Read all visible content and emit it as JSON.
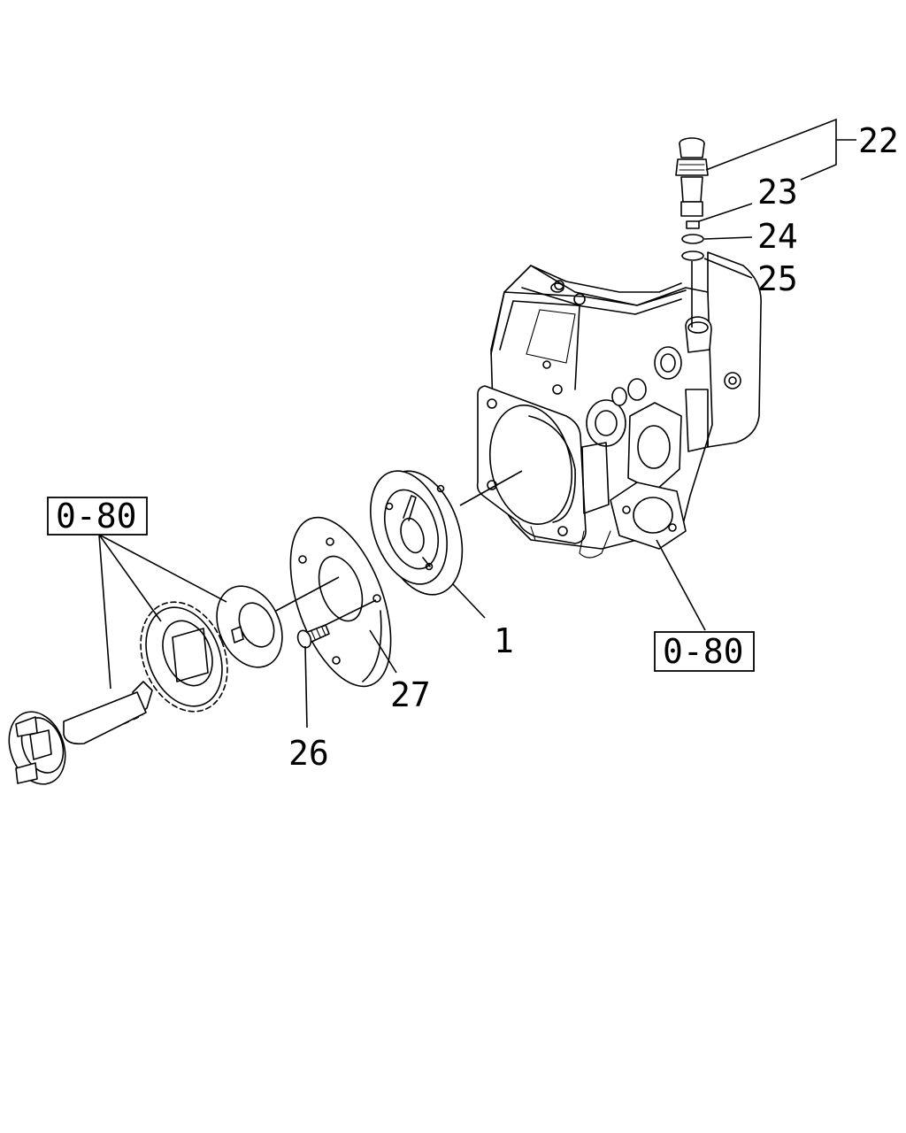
{
  "callouts": {
    "c22": "22",
    "c23": "23",
    "c24": "24",
    "c25": "25",
    "c1": "1",
    "c27": "27",
    "c26": "26"
  },
  "references": {
    "ref_left": "0-80",
    "ref_right": "0-80"
  },
  "icons": [
    "pump-housing",
    "drive-shaft",
    "gear",
    "key-washer",
    "plate",
    "flange-hub",
    "screw",
    "valve",
    "o-ring"
  ]
}
